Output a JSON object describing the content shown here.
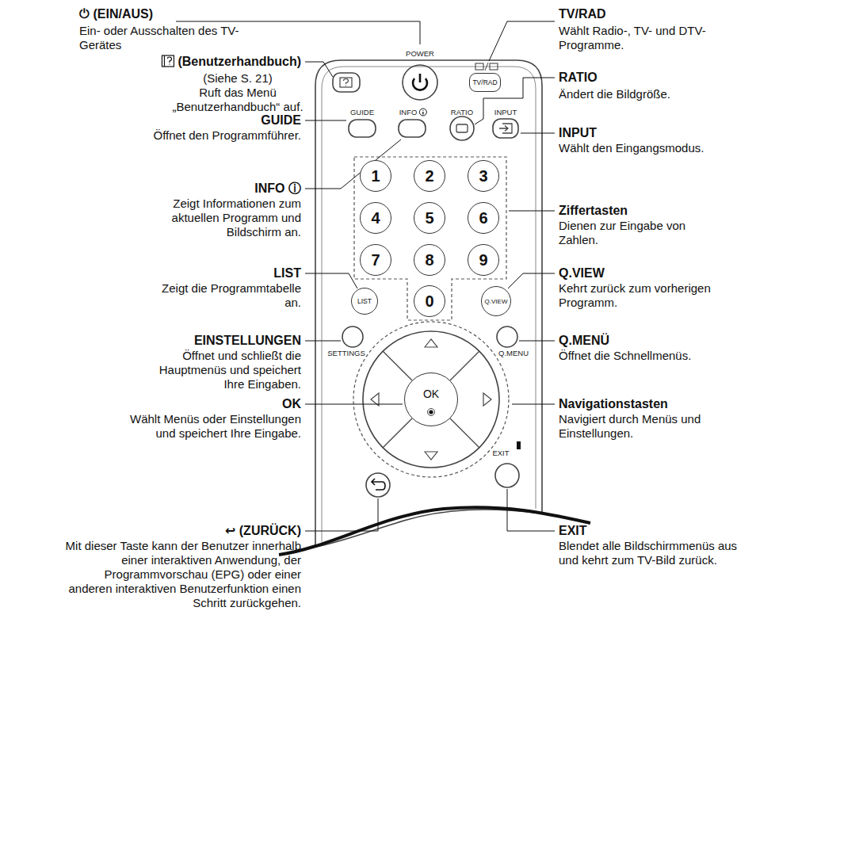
{
  "diagram": {
    "nodes": [
      {
        "text": [
          "TV/RAD"
        ]
      },
      {
        "text": [
          "1"
        ]
      },
      {
        "text": [
          "2"
        ]
      },
      {
        "text": [
          "3"
        ]
      },
      {
        "text": [
          "4"
        ]
      },
      {
        "text": [
          "5"
        ]
      },
      {
        "text": [
          "6"
        ]
      },
      {
        "text": [
          "7"
        ]
      },
      {
        "text": [
          "8"
        ]
      },
      {
        "text": [
          "9"
        ]
      },
      {
        "text": [
          "LIST"
        ]
      },
      {
        "text": [
          "0"
        ]
      },
      {
        "text": [
          "Q.VIEW"
        ]
      },
      {
        "text": [
          "OK"
        ]
      }
    ],
    "labels": [
      "⏻ (EIN/AUS)",
      "Ein- oder Ausschalten des TV-Gerätes",
      "TV/RAD",
      "Wählt Radio-, TV- und DTV-Programme.",
      "(Benutzerhandbuch)",
      "(Siehe S. 21)",
      "Ruft das Menü „Benutzerhandbuch“ auf.",
      "POWER",
      "RATIO",
      "Ändert die Bildgröße.",
      "GUIDE",
      "INFO",
      "RATIO",
      "INPUT",
      "GUIDE",
      "Öffnet den Programmführer.",
      "INPUT",
      "Wählt den Eingangsmodus.",
      "INFO ⓘ",
      "Zeigt Informationen zum aktuellen Programm und Bildschirm an.",
      "Ziffertasten",
      "Dienen zur Eingabe von Zahlen.",
      "LIST",
      "Zeigt die Programmtabelle an.",
      "Q.VIEW",
      "Kehrt zurück zum vorherigen Programm.",
      "SETTINGS",
      "Q.MENU",
      "EINSTELLUNGEN",
      "Öffnet und schließt die Hauptmenüs und speichert Ihre Eingaben.",
      "Q.MENÜ",
      "Öffnet die Schnellmenüs.",
      "OK",
      "Wählt Menüs oder Einstellungen und speichert Ihre Eingabe.",
      "Navigationstasten",
      "Navigiert durch Menüs und Einstellungen.",
      "EXIT",
      "↩ (ZURÜCK)",
      "Mit dieser Taste kann der Benutzer innerhalb einer interaktiven Anwendung, der Programmvorschau (EPG) oder einer anderen interaktiven Benutzerfunktion einen Schritt zurückgehen.",
      "EXIT",
      "Blendet alle Bildschirmmenüs aus und kehrt zum TV-Bild zurück."
    ]
  }
}
